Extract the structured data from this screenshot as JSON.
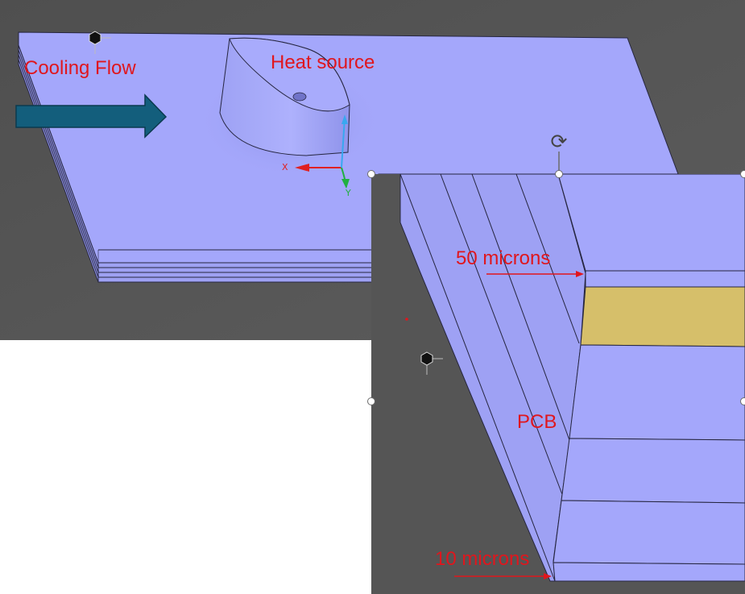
{
  "annotations": {
    "cooling_flow": "Cooling Flow",
    "heat_source": "Heat source",
    "fifty_microns": "50 microns",
    "pcb": "PCB",
    "ten_microns": "10 microns"
  },
  "axes": {
    "x_label": "X",
    "y_label": "Y"
  },
  "colors": {
    "viewport_background": "#555555",
    "model_face": "#a4a7fb",
    "model_edge": "#262640",
    "highlighted_layer": "#d6bf6a",
    "annotation_text": "#e0161d",
    "flow_arrow": "#135e7c",
    "x_axis": "#e02020",
    "y_axis": "#20b040",
    "z_axis": "#38a8f0"
  },
  "icons": {
    "rotate": "rotate-handle-icon",
    "pivot": "pivot-point-icon",
    "flow": "flow-arrow-icon"
  }
}
